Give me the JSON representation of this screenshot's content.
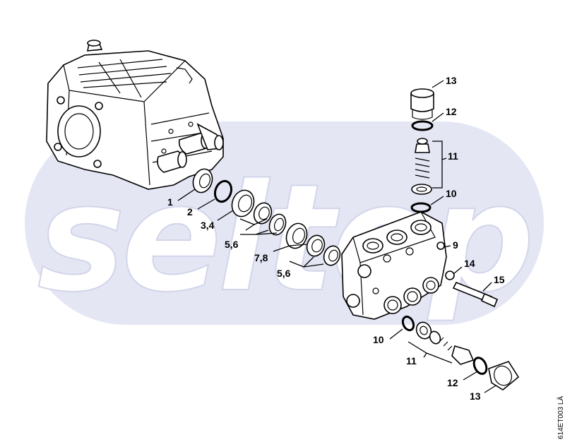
{
  "watermark": {
    "text": "seltop",
    "color": "#e4e6f4"
  },
  "callouts": [
    {
      "id": "c1",
      "text": "1"
    },
    {
      "id": "c2",
      "text": "2"
    },
    {
      "id": "c3",
      "text": "3,4"
    },
    {
      "id": "c4",
      "text": "5,6"
    },
    {
      "id": "c5",
      "text": "7,8"
    },
    {
      "id": "c6",
      "text": "5,6"
    },
    {
      "id": "c7",
      "text": "13"
    },
    {
      "id": "c8",
      "text": "12"
    },
    {
      "id": "c9",
      "text": "11"
    },
    {
      "id": "c10",
      "text": "10"
    },
    {
      "id": "c11",
      "text": "9"
    },
    {
      "id": "c12",
      "text": "14"
    },
    {
      "id": "c13",
      "text": "15"
    },
    {
      "id": "c14",
      "text": "10"
    },
    {
      "id": "c15",
      "text": "11"
    },
    {
      "id": "c16",
      "text": "12"
    },
    {
      "id": "c17",
      "text": "13"
    }
  ],
  "drawing_code": "614ET003 LÄ",
  "colors": {
    "line": "#000000",
    "background": "#ffffff"
  }
}
